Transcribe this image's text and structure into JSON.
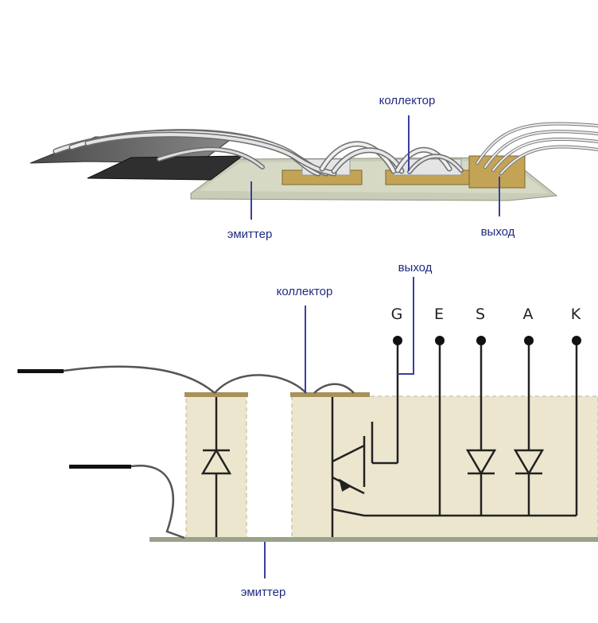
{
  "top_view": {
    "labels": {
      "collector": "коллектор",
      "emitter": "эмиттер",
      "output": "выход"
    }
  },
  "schematic": {
    "labels": {
      "output": "выход",
      "collector": "коллектор",
      "emitter": "эмиттер"
    },
    "terminals": [
      "G",
      "E",
      "S",
      "A",
      "K"
    ]
  },
  "colors": {
    "label_text": "#1f2a80",
    "leader_line": "#3a3f9e",
    "die_fill": "#ede6cf",
    "substrate": "#9aa28a",
    "pad": "#a8915a",
    "wire": "#555555",
    "circuit": "#222222"
  }
}
